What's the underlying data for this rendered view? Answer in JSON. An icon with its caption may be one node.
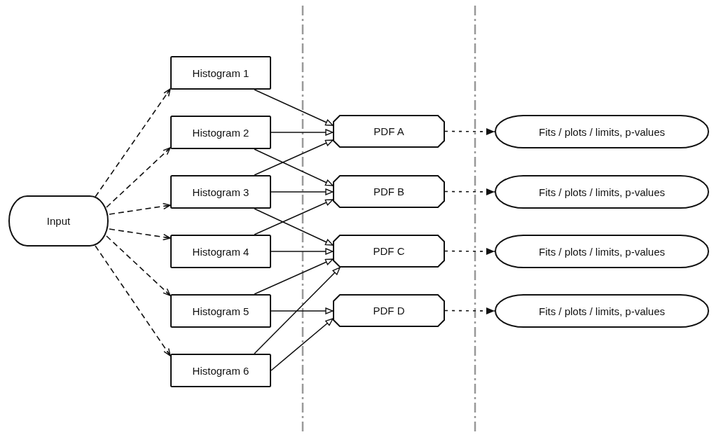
{
  "diagram": {
    "nodes": [
      {
        "text": [
          "Input"
        ]
      },
      {
        "text": [
          "Histogram 1"
        ]
      },
      {
        "text": [
          "Histogram 2"
        ]
      },
      {
        "text": [
          "Histogram 3"
        ]
      },
      {
        "text": [
          "Histogram 4"
        ]
      },
      {
        "text": [
          "Histogram 5"
        ]
      },
      {
        "text": [
          "Histogram 6"
        ]
      },
      {
        "text": [
          "PDF A"
        ]
      },
      {
        "text": [
          "PDF B"
        ]
      },
      {
        "text": [
          "PDF C"
        ]
      },
      {
        "text": [
          "PDF D"
        ]
      },
      {
        "text": [
          "Fits / plots / limits, p-values"
        ]
      },
      {
        "text": [
          "Fits / plots / limits, p-values"
        ]
      },
      {
        "text": [
          "Fits / plots / limits, p-values"
        ]
      },
      {
        "text": [
          "Fits / plots / limits, p-values"
        ]
      }
    ],
    "edges": [
      {
        "from": 0,
        "to": 1,
        "arrow": "to",
        "style": "dashed"
      },
      {
        "from": 0,
        "to": 2,
        "arrow": "to",
        "style": "dashed"
      },
      {
        "from": 0,
        "to": 3,
        "arrow": "to",
        "style": "dashed"
      },
      {
        "from": 0,
        "to": 4,
        "arrow": "to",
        "style": "dashed"
      },
      {
        "from": 0,
        "to": 5,
        "arrow": "to",
        "style": "dashed"
      },
      {
        "from": 0,
        "to": 6,
        "arrow": "to",
        "style": "dashed"
      },
      {
        "from": 1,
        "to": 7,
        "arrow": "to"
      },
      {
        "from": 2,
        "to": 7,
        "arrow": "to"
      },
      {
        "from": 2,
        "to": 8,
        "arrow": "to"
      },
      {
        "from": 3,
        "to": 7,
        "arrow": "to"
      },
      {
        "from": 3,
        "to": 8,
        "arrow": "to"
      },
      {
        "from": 3,
        "to": 9,
        "arrow": "to"
      },
      {
        "from": 4,
        "to": 8,
        "arrow": "to"
      },
      {
        "from": 4,
        "to": 9,
        "arrow": "to"
      },
      {
        "from": 5,
        "to": 9,
        "arrow": "to"
      },
      {
        "from": 5,
        "to": 10,
        "arrow": "to"
      },
      {
        "from": 6,
        "to": 9,
        "arrow": "to"
      },
      {
        "from": 6,
        "to": 10,
        "arrow": "to"
      },
      {
        "from": 7,
        "to": 11,
        "arrow": "to",
        "style": "dashed"
      },
      {
        "from": 8,
        "to": 12,
        "arrow": "to",
        "style": "dashed"
      },
      {
        "from": 9,
        "to": 13,
        "arrow": "to",
        "style": "dashed"
      },
      {
        "from": 10,
        "to": 14,
        "arrow": "to",
        "style": "dashed"
      }
    ]
  }
}
